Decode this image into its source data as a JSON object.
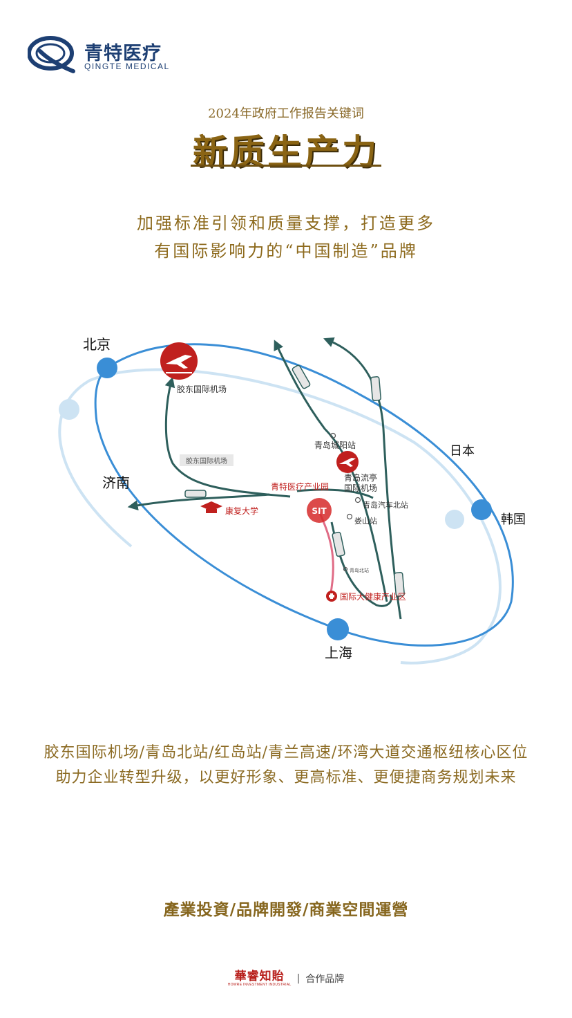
{
  "logo": {
    "name_cn": "青特医疗",
    "name_en": "QINGTE MEDICAL",
    "icon": "qingte-q-logo-icon",
    "color": "#1d3f73"
  },
  "headline": {
    "overline": "2024年政府工作报告关键词",
    "title": "新质生产力"
  },
  "slogan": {
    "line1": "加强标准引领和质量支撑，打造更多",
    "line2": "有国际影响力的“中国制造”品牌"
  },
  "map": {
    "cities": {
      "beijing": "北京",
      "jinan": "济南",
      "japan": "日本",
      "korea": "韩国",
      "shanghai": "上海"
    },
    "labels": {
      "jiaodong_airport": "胶东国际机场",
      "airport_banner": "胶东国际机场",
      "industrial_park": "青特医疗产业园",
      "kangfu_university": "康复大学",
      "chengyang_station": "青岛城阳站",
      "liuting_airport": "青岛流亭\n国际机场",
      "auto_north_station": "青岛汽车北站",
      "loushan_station": "娄山站",
      "north_station": "青岛北站",
      "health_zone": "国际大健康产业区",
      "park_mark": "SIT"
    },
    "icons": [
      "airplane-icon",
      "graduation-cap-icon",
      "red-cross-icon",
      "location-pin-icon",
      "train-icon"
    ],
    "colors": {
      "orbit_dark": "#3a8ed6",
      "orbit_light": "#cde3f3",
      "route": "#2e5f5c",
      "airport_red": "#c0201e",
      "accent_pink": "#e06c86"
    }
  },
  "description": {
    "line1": "胶东国际机场/青岛北站/红岛站/青兰高速/环湾大道交通枢纽核心区位",
    "line2": "助力企业转型升级，以更好形象、更高标准、更便捷商务规划未来"
  },
  "services": "產業投資/品牌開發/商業空間運營",
  "footer": {
    "brand": "華睿知貽",
    "brand_en": "HOWRE INVESTMENT INDUSTRIAL",
    "separator": "|",
    "partner": "合作品牌"
  },
  "theme": {
    "gold": "#8b6a22",
    "navy": "#1d3f73"
  }
}
